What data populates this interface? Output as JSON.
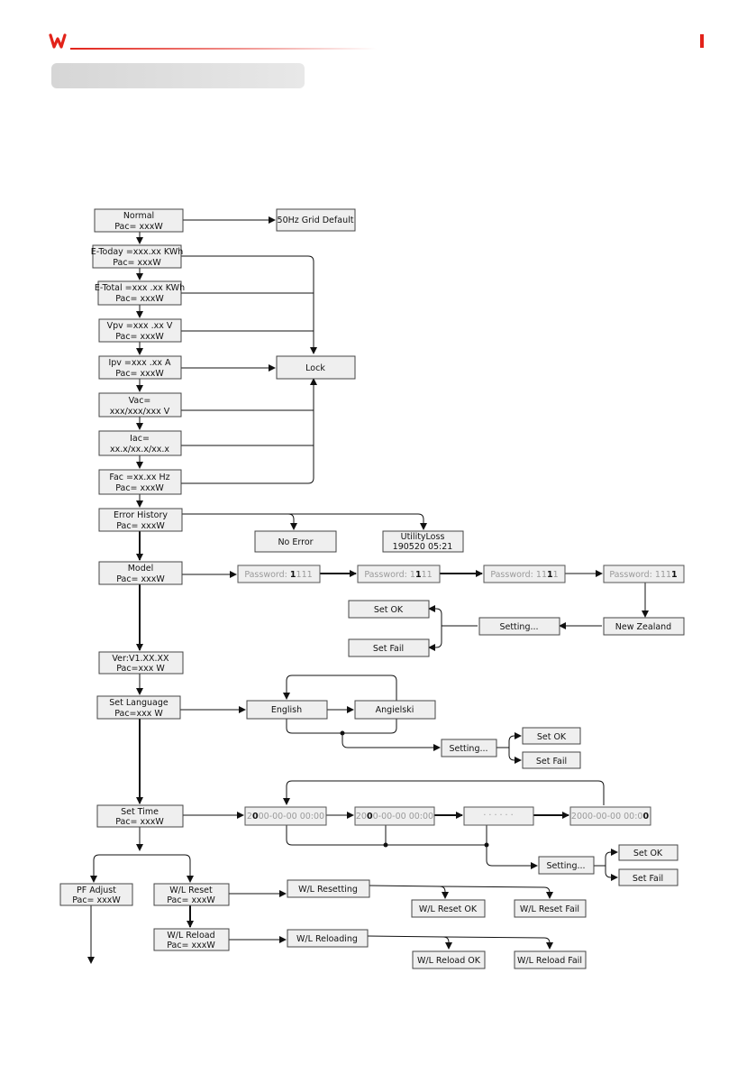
{
  "header": {
    "logo": "W"
  },
  "boxes": {
    "normal": [
      "Normal",
      "Pac= xxxW"
    ],
    "grid_default": [
      "50Hz Grid Default"
    ],
    "etoday": [
      "E-Today =xxx.xx KWh",
      "Pac= xxxW"
    ],
    "etotal": [
      "E-Total =xxx .xx KWh",
      "Pac= xxxW"
    ],
    "vpv": [
      "Vpv =xxx .xx V",
      "Pac= xxxW"
    ],
    "ipv": [
      "Ipv =xxx .xx A",
      "Pac= xxxW"
    ],
    "lock": [
      "Lock"
    ],
    "vac": [
      "Vac=",
      "xxx/xxx/xxx V"
    ],
    "iac": [
      "Iac=",
      "xx.x/xx.x/xx.x"
    ],
    "fac": [
      "Fac =xx.xx Hz",
      "Pac= xxxW"
    ],
    "error_history": [
      "Error  History",
      "Pac= xxxW"
    ],
    "no_error": [
      "No Error"
    ],
    "utility_loss": [
      "UtilityLoss",
      "190520 05:21"
    ],
    "model": [
      "Model",
      "Pac= xxxW"
    ],
    "pw1": {
      "prefix": "Password: ",
      "bold": "1",
      "suffix": "111"
    },
    "pw2": {
      "prefix": "Password: 1",
      "bold": "1",
      "suffix": "11"
    },
    "pw3": {
      "prefix": "Password: 11",
      "bold": "1",
      "suffix": "1"
    },
    "pw4": {
      "prefix": "Password: 111",
      "bold": "1",
      "suffix": ""
    },
    "set_ok_1": [
      "Set OK"
    ],
    "setting_1": [
      "Setting..."
    ],
    "new_zealand": [
      "New Zealand"
    ],
    "set_fail_1": [
      "Set Fail"
    ],
    "ver": [
      "Ver:V1.XX.XX",
      "Pac=xxx W"
    ],
    "set_language": [
      "Set Language",
      "Pac=xxx W"
    ],
    "english": [
      "English"
    ],
    "angielski": [
      "Angielski"
    ],
    "setting_2": [
      "Setting..."
    ],
    "set_ok_2": [
      "Set OK"
    ],
    "set_fail_2": [
      "Set Fail"
    ],
    "set_time": [
      "Set Time",
      "Pac= xxxW"
    ],
    "t1": {
      "prefix": "2",
      "bold": "0",
      "suffix": "00-00-00 00:00"
    },
    "t2": {
      "prefix": "20",
      "bold": "0",
      "suffix": "0-00-00 00:00"
    },
    "t3": [
      "· · · · · ·"
    ],
    "t4": {
      "prefix": "2000-00-00 00:0",
      "bold": "0",
      "suffix": ""
    },
    "setting_3": [
      "Setting..."
    ],
    "set_ok_3": [
      "Set OK"
    ],
    "set_fail_3": [
      "Set Fail"
    ],
    "pf_adjust": [
      "PF Adjust",
      "Pac= xxxW"
    ],
    "wl_reset": [
      "W/L  Reset",
      "Pac= xxxW"
    ],
    "wl_resetting": [
      "W/L Resetting"
    ],
    "wl_reset_ok": [
      "W/L Reset OK"
    ],
    "wl_reset_fail": [
      "W/L Reset Fail"
    ],
    "wl_reload": [
      "W/L  Reload",
      "Pac= xxxW"
    ],
    "wl_reloading": [
      "W/L Reloading"
    ],
    "wl_reload_ok": [
      "W/L Reload OK"
    ],
    "wl_reload_fail": [
      "W/L Reload Fail"
    ]
  },
  "colors": {
    "brand": "#e2231a"
  }
}
